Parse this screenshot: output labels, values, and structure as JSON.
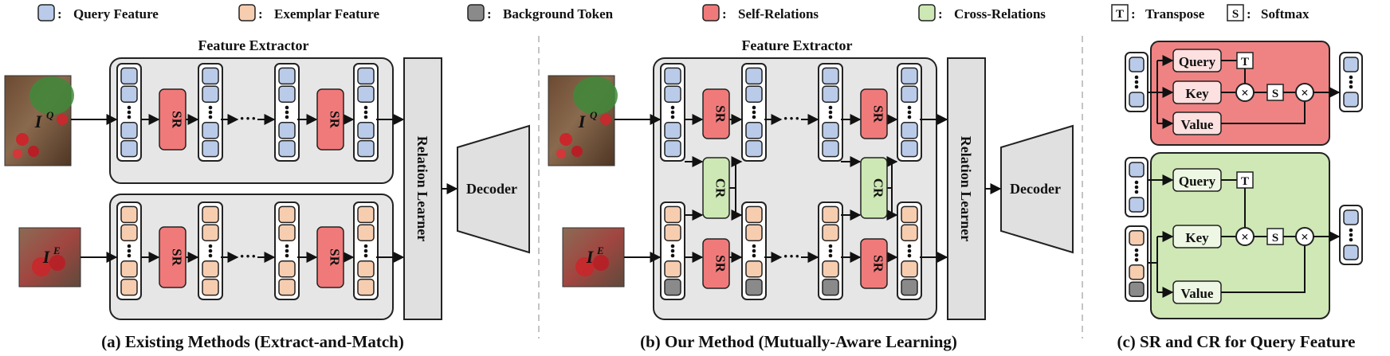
{
  "legend": {
    "query_feature": "Query Feature",
    "exemplar_feature": "Exemplar Feature",
    "background_token": "Background Token",
    "self_relations": "Self-Relations",
    "cross_relations": "Cross-Relations",
    "transpose_symbol": "T",
    "transpose": "Transpose",
    "softmax_symbol": "S",
    "softmax": "Softmax",
    "separator": ":"
  },
  "labels": {
    "feature_extractor": "Feature Extractor",
    "relation_learner": "Relation Learner",
    "decoder": "Decoder",
    "sr": "SR",
    "cr": "CR",
    "ellipsis": "···",
    "query_image": "I",
    "query_sup": "Q",
    "exemplar_image": "I",
    "exemplar_sup": "E",
    "query": "Query",
    "key": "Key",
    "value": "Value",
    "multiply": "×"
  },
  "captions": {
    "a": "(a) Existing Methods (Extract-and-Match)",
    "b": "(b) Our Method (Mutually-Aware Learning)",
    "c": "(c) SR and CR for Query Feature"
  },
  "colors": {
    "query": "#b9cbe8",
    "exemplar": "#f7cdb0",
    "background": "#8a8a8a",
    "self": "#f07a7a",
    "cross": "#cde8b4",
    "panel": "#e6e6e6",
    "sr_panel": "#ef8383",
    "cr_panel": "#cfe8b6"
  }
}
